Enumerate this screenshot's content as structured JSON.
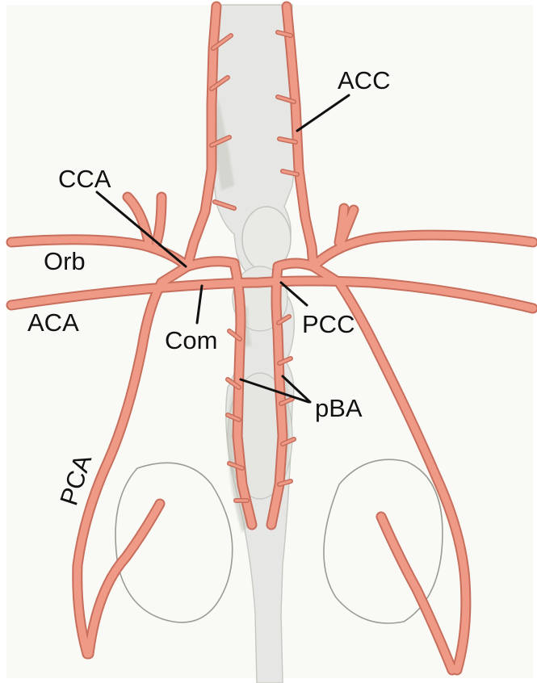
{
  "labels": {
    "acc": "ACC",
    "cca": "CCA",
    "orb": "Orb",
    "aca": "ACA",
    "com": "Com",
    "pcc": "PCC",
    "pba": "pBA",
    "pca": "PCA"
  },
  "colors": {
    "background": "#f9f9f6",
    "artery_fill": "#ee9a86",
    "artery_outline": "#c86e5c",
    "brain": "#e6e7e4",
    "brain_shade": "#c9cbc3",
    "eye_outline": "#9a9c92",
    "text": "#111111"
  }
}
